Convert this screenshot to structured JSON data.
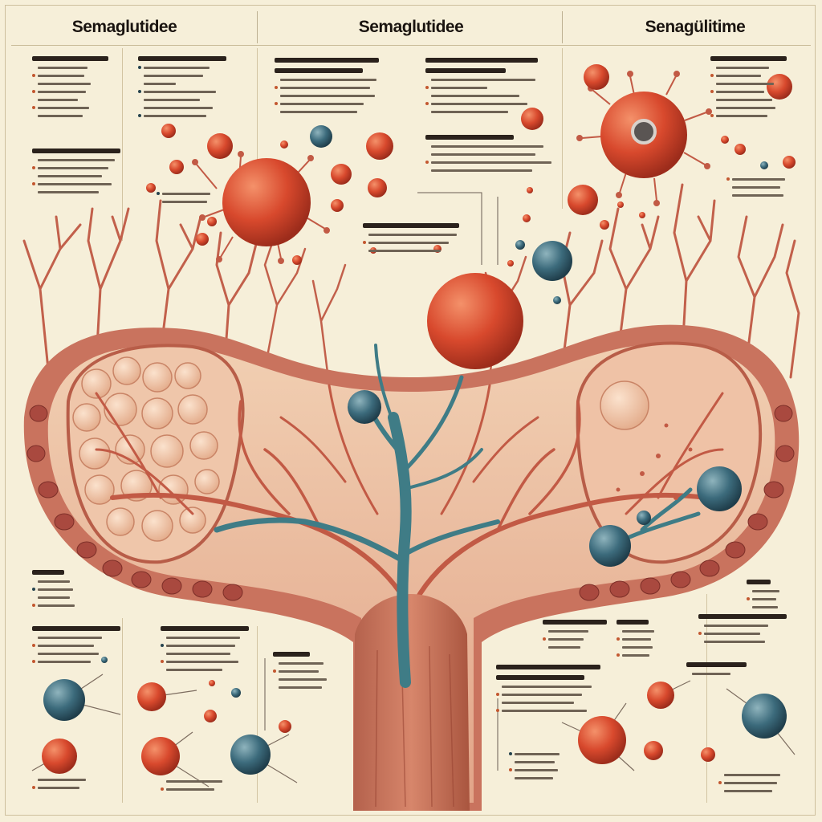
{
  "titles": [
    {
      "text": "Semaglutidee"
    },
    {
      "text": "Semaglutidee"
    },
    {
      "text": "Senagülitime"
    }
  ],
  "colors": {
    "background": "#f6efd9",
    "tissue": "#e8b89a",
    "vessel_red": "#c65a45",
    "vessel_teal": "#3f7c86",
    "cell_red": "#d2452c",
    "cell_blue": "#3c6b7c"
  },
  "labels_note": "Small text blocks in the picture are illegible scribbles; rendered as text-line placeholders."
}
